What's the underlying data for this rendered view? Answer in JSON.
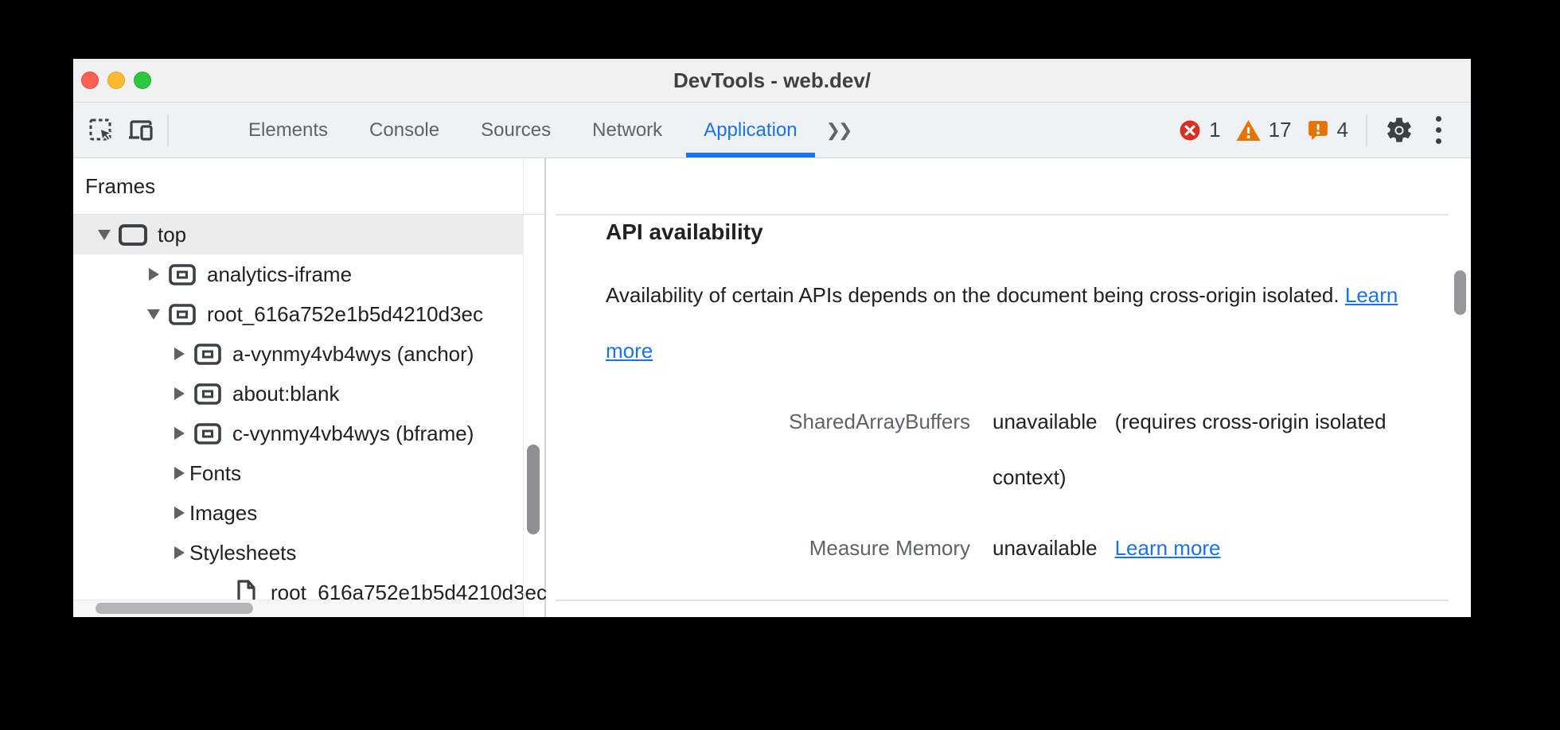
{
  "window": {
    "title": "DevTools - web.dev/"
  },
  "toolbar": {
    "tabs": [
      {
        "label": "Elements",
        "active": false
      },
      {
        "label": "Console",
        "active": false
      },
      {
        "label": "Sources",
        "active": false
      },
      {
        "label": "Network",
        "active": false
      },
      {
        "label": "Application",
        "active": true
      }
    ],
    "more_tabs_label": "❯❯",
    "badges": {
      "errors": "1",
      "warnings": "17",
      "issues": "4"
    }
  },
  "sidebar": {
    "header": "Frames",
    "tree": [
      {
        "label": "top",
        "level": 0,
        "expanded": true,
        "icon": "frame-icon",
        "selected": true
      },
      {
        "label": "analytics-iframe",
        "level": 1,
        "expanded": false,
        "icon": "iframe-icon"
      },
      {
        "label": "root_616a752e1b5d4210d3ec",
        "level": 1,
        "expanded": true,
        "icon": "iframe-icon"
      },
      {
        "label": "a-vynmy4vb4wys (anchor)",
        "level": 2,
        "expanded": false,
        "icon": "iframe-icon"
      },
      {
        "label": "about:blank",
        "level": 2,
        "expanded": false,
        "icon": "iframe-icon"
      },
      {
        "label": "c-vynmy4vb4wys (bframe)",
        "level": 2,
        "expanded": false,
        "icon": "iframe-icon"
      },
      {
        "label": "Fonts",
        "level": 2,
        "expanded": false,
        "icon": null
      },
      {
        "label": "Images",
        "level": 2,
        "expanded": false,
        "icon": null
      },
      {
        "label": "Stylesheets",
        "level": 2,
        "expanded": false,
        "icon": null
      },
      {
        "label": "root_616a752e1b5d4210d3ec",
        "level": 3,
        "expanded": false,
        "icon": "document-icon"
      }
    ]
  },
  "main": {
    "section_title": "API availability",
    "description": "Availability of certain APIs depends on the document being cross-origin isolated.",
    "learn_more_label": "Learn more",
    "rows": [
      {
        "name": "SharedArrayBuffers",
        "status": "unavailable",
        "note": "(requires cross-origin isolated context)",
        "link": null
      },
      {
        "name": "Measure Memory",
        "status": "unavailable",
        "note": null,
        "link": "Learn more"
      }
    ]
  },
  "colors": {
    "accent": "#1a73e8",
    "error": "#d93025",
    "warning": "#e37400",
    "selected_row": "#ececec",
    "link": "#1a73e8"
  }
}
